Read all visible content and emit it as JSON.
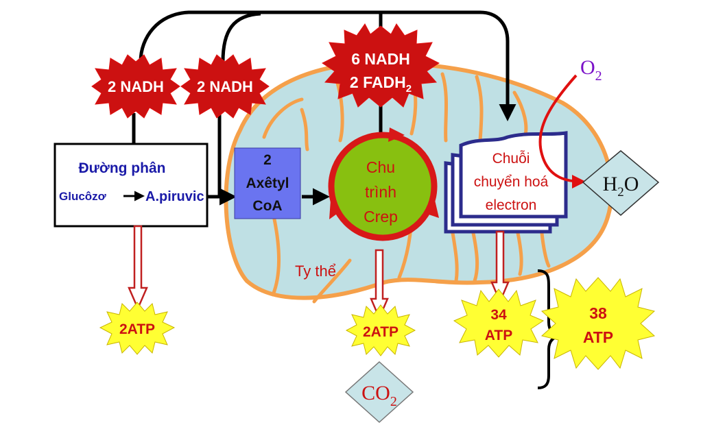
{
  "nadh_glycolysis": "2 NADH",
  "nadh_acetyl": "2 NADH",
  "krebs_products": {
    "line1": "6 NADH",
    "line2_main": "2 FADH",
    "line2_sub": "2"
  },
  "glycolysis": {
    "title": "Đường phân",
    "substrate": "Glucôzơ",
    "product": "A.piruvic"
  },
  "acetyl_coa": {
    "line1": "2",
    "line2": "Axêtyl",
    "line3": "CoA"
  },
  "krebs_cycle": {
    "line1": "Chu",
    "line2": "trình",
    "line3": "Crep"
  },
  "etc": {
    "line1": "Chuỗi",
    "line2": "chuyển hoá",
    "line3": "electron"
  },
  "mitochondrion_label": "Ty thể",
  "oxygen": {
    "main": "O",
    "sub": "2"
  },
  "water": {
    "main": "H",
    "sub": "2",
    "tail": "O"
  },
  "carbon_dioxide": {
    "main": "CO",
    "sub": "2"
  },
  "atp_glycolysis": "2ATP",
  "atp_krebs": "2ATP",
  "atp_etc": {
    "line1": "34",
    "line2": "ATP"
  },
  "atp_total": {
    "line1": "38",
    "line2": "ATP"
  },
  "colors": {
    "mitochondrion_fill": "#bfe0e4",
    "mitochondrion_stroke": "#f5a04a",
    "nadh_star": "#cc1111",
    "atp_star": "#ffff33",
    "krebs_fill": "#88c010",
    "acetyl_fill": "#6a74f0",
    "etc_stroke": "#2c2c8c",
    "label_red": "#cc1111",
    "label_blue": "#1a1aa8",
    "oxygen_purple": "#7a10c8",
    "diamond_fill": "#c8e4e8"
  }
}
